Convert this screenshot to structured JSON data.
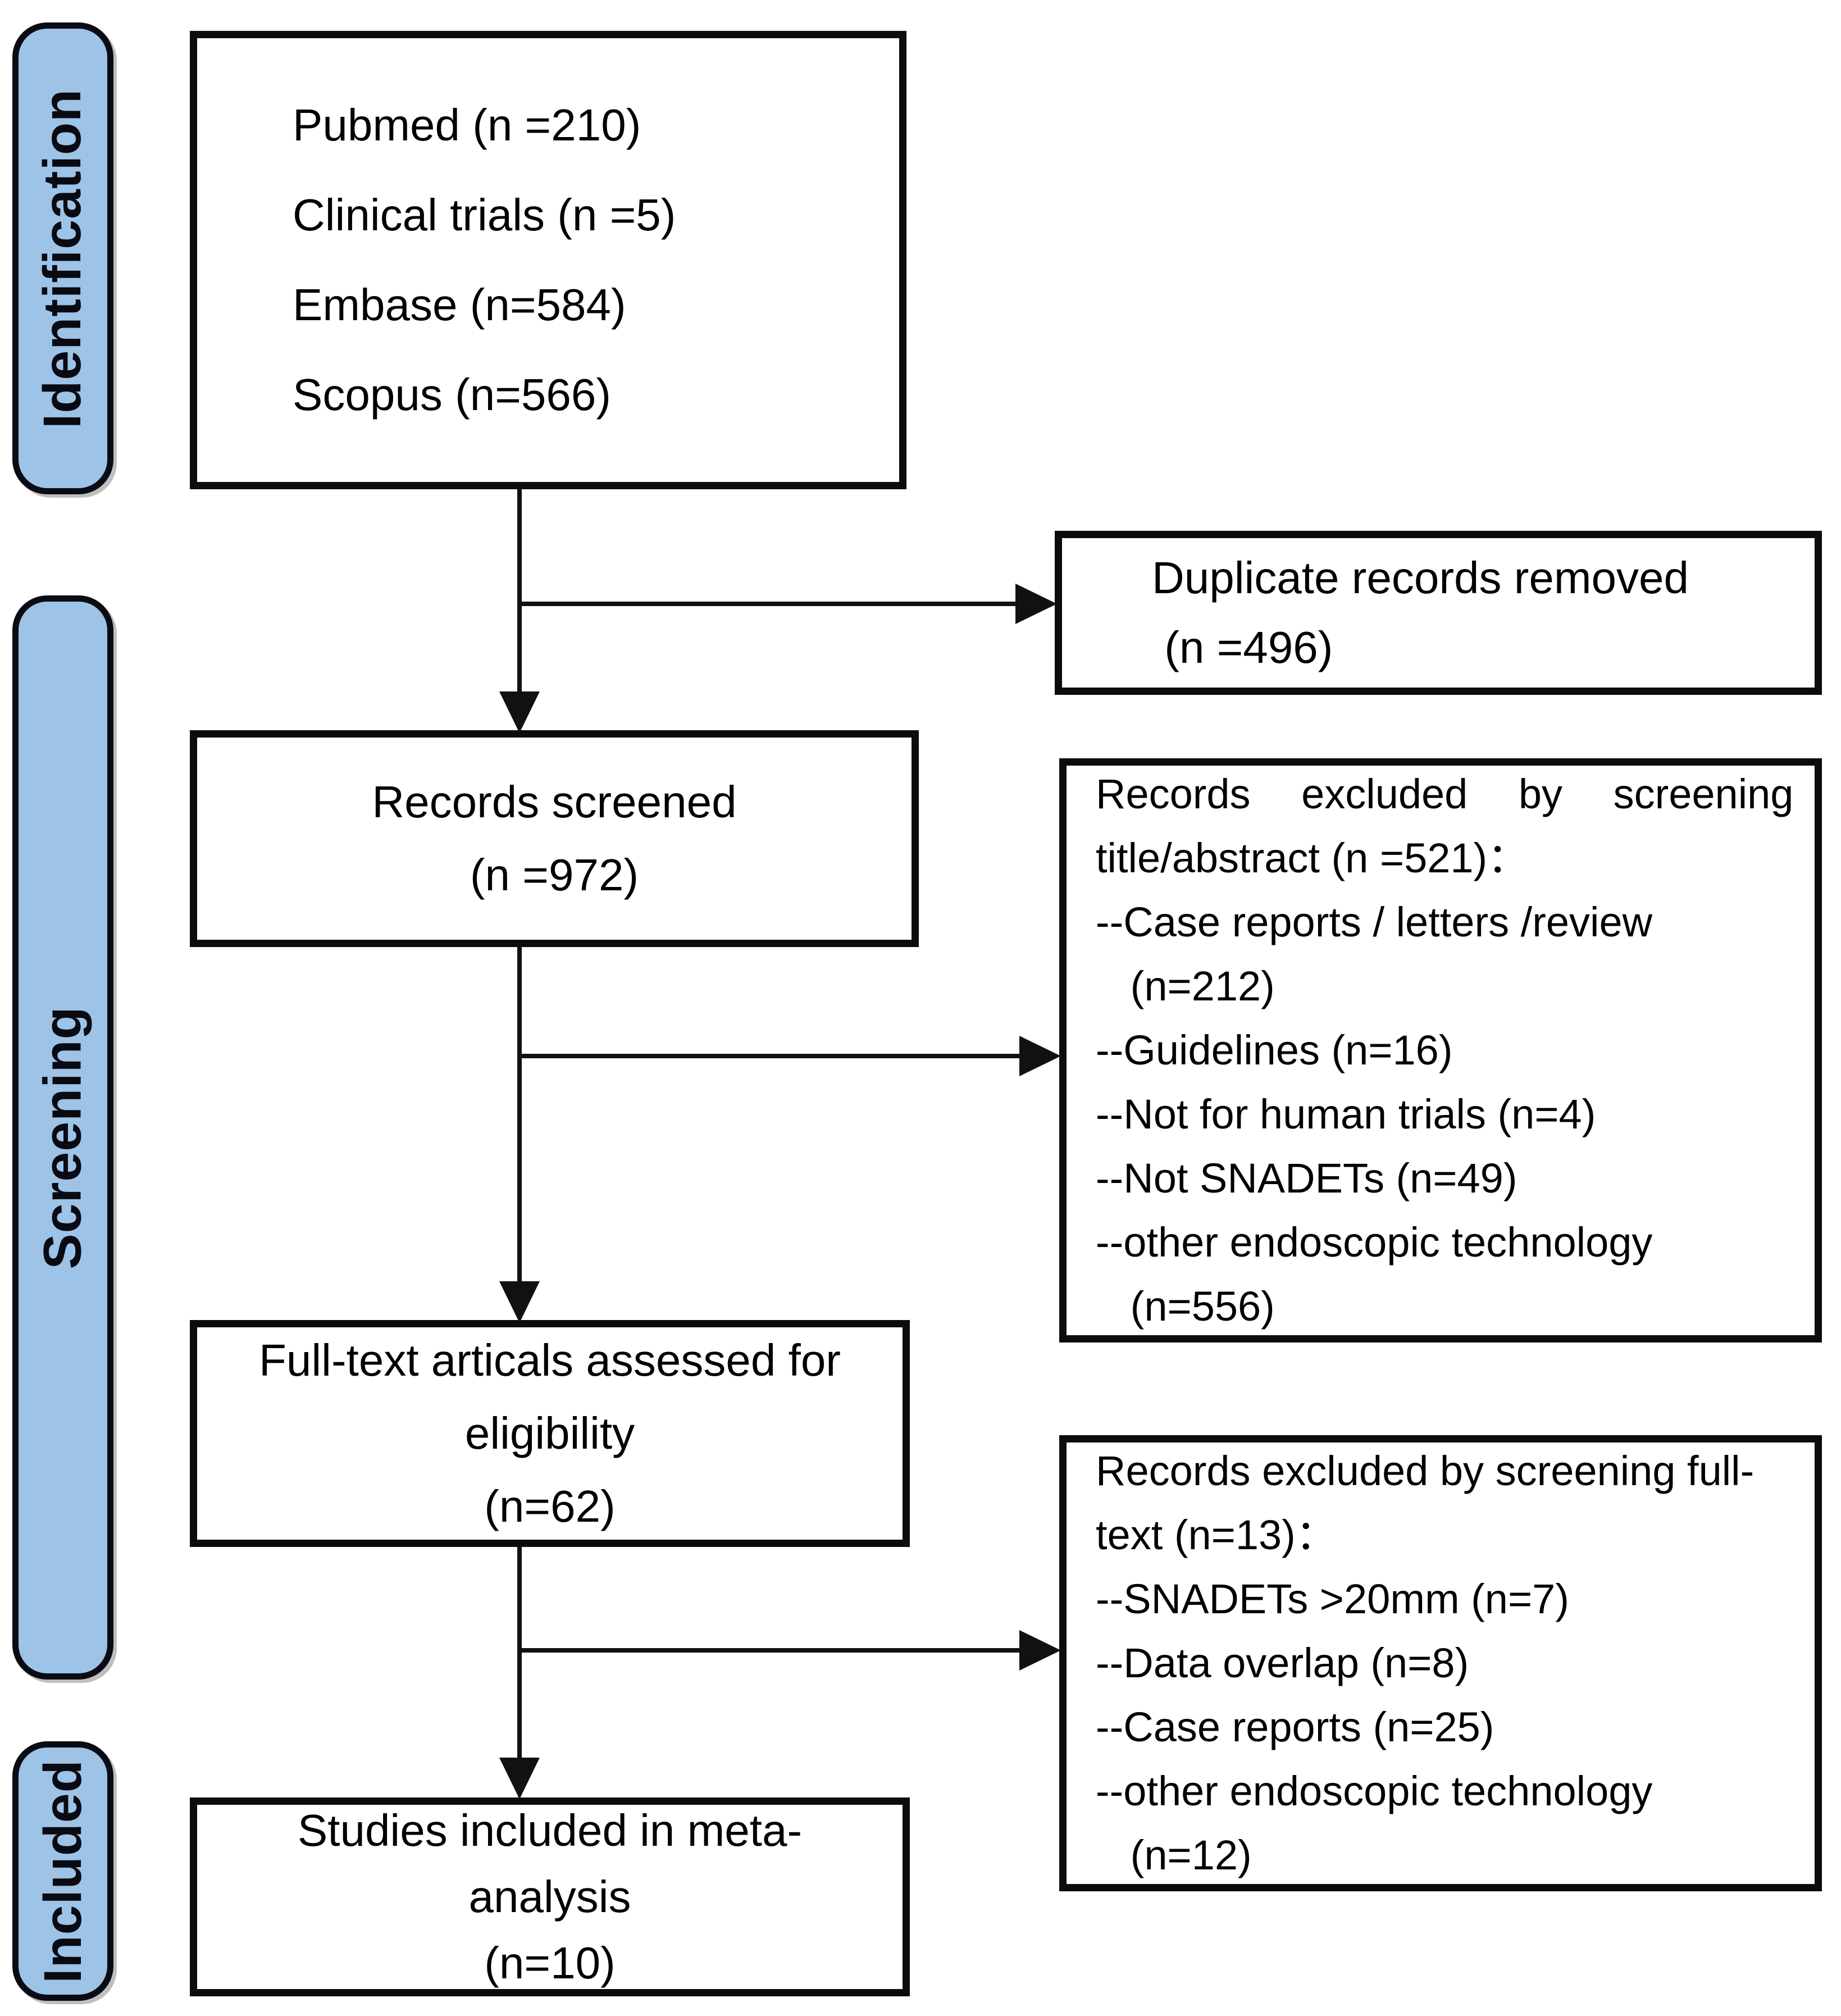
{
  "figure": {
    "type": "prisma-flow-diagram",
    "background": "#ffffff"
  },
  "colors": {
    "stage_pill_fill": "#9DC3E6",
    "stage_pill_border": "#0b0b14",
    "box_border": "#0c0c0c",
    "text": "#000000",
    "arrow": "#111111"
  },
  "stages": [
    {
      "label": "Identification"
    },
    {
      "label": "Screening"
    },
    {
      "label": "Included"
    }
  ],
  "boxes": {
    "sources": {
      "lines": [
        "Pubmed (n =210)",
        "Clinical trials (n =5)",
        "Embase (n=584)",
        "Scopus (n=566)"
      ]
    },
    "duplicates_removed": {
      "lines": [
        "Duplicate records removed",
        " (n =496)"
      ]
    },
    "records_screened": {
      "lines": [
        "Records screened",
        "(n =972)"
      ]
    },
    "excluded_title_abstract": {
      "lines": [
        "Records excluded by screening",
        "title/abstract (n =521)：",
        "--Case reports / letters /review",
        "   (n=212)",
        "--Guidelines (n=16)",
        "--Not for human trials (n=4)",
        "--Not SNADETs (n=49)",
        "--other endoscopic technology",
        "   (n=556)"
      ]
    },
    "fulltext_assessed": {
      "lines": [
        "Full-text articals assessed for",
        "eligibility",
        "(n=62)"
      ]
    },
    "excluded_fulltext": {
      "lines": [
        "Records excluded by screening full-",
        "text (n=13)：",
        "--SNADETs >20mm (n=7)",
        "--Data overlap (n=8)",
        "--Case reports (n=25)",
        "--other endoscopic technology",
        "   (n=12)"
      ]
    },
    "included_studies": {
      "lines": [
        "Studies included in meta-",
        "analysis",
        "(n=10)"
      ]
    }
  }
}
